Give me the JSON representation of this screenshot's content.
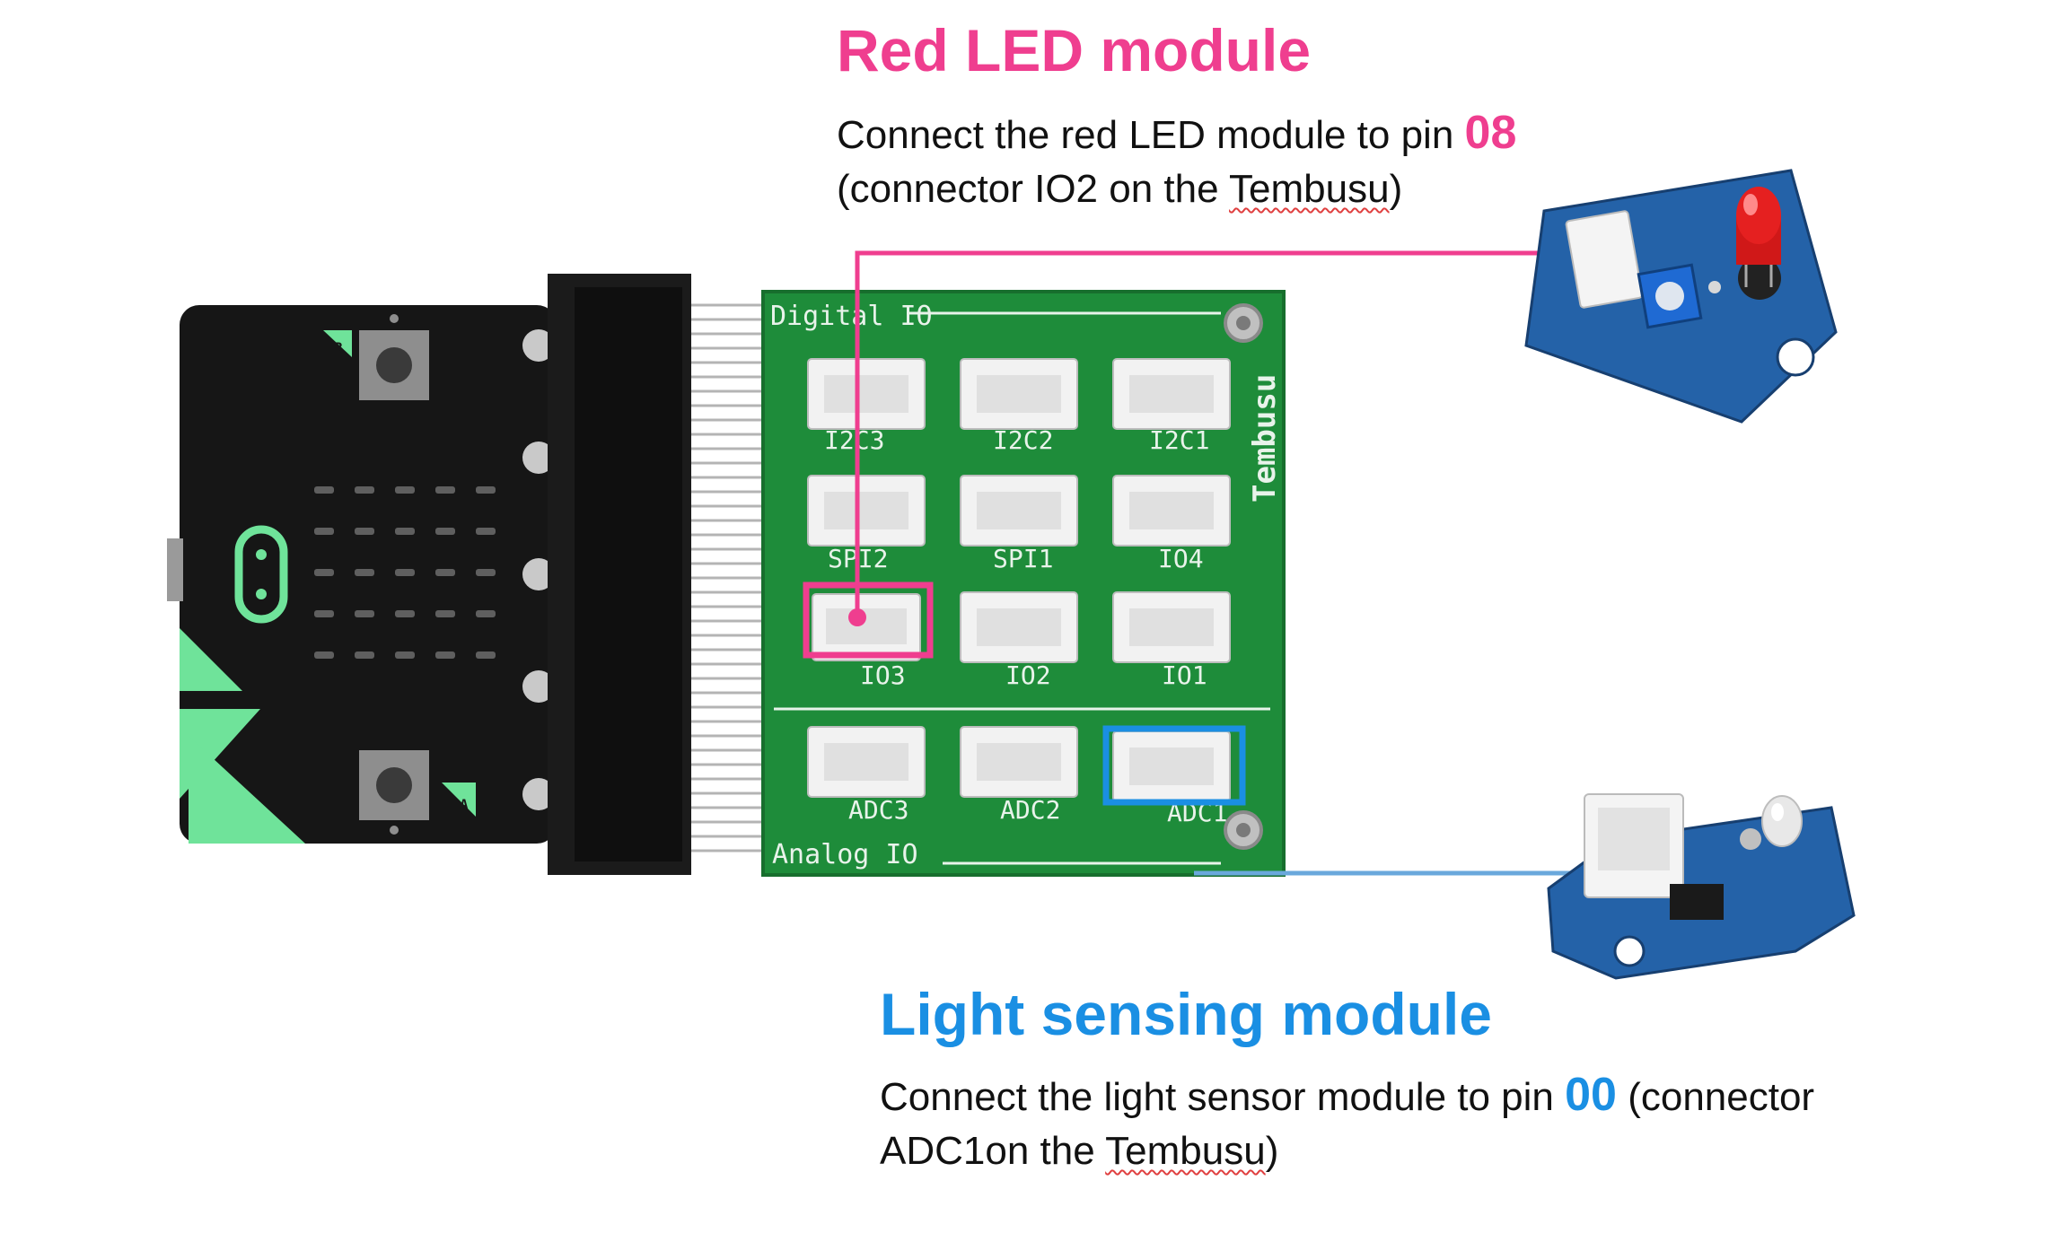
{
  "led_module": {
    "title": "Red LED module",
    "desc_prefix": "Connect the red LED module to pin ",
    "pin": "08",
    "line2_prefix": "(connector IO2 on the ",
    "brand": "Tembusu",
    "line2_suffix": ")"
  },
  "light_module": {
    "title": "Light sensing module",
    "desc_prefix": "Connect the light sensor module to pin ",
    "pin": "00",
    "desc_suffix": " (connector",
    "line2_prefix": "ADC1on the ",
    "brand": "Tembusu",
    "line2_suffix": ")"
  },
  "board": {
    "digital_label": "Digital IO",
    "analog_label": "Analog IO",
    "brand_vertical": "Tembusu",
    "connector_labels": [
      "I2C3",
      "I2C2",
      "I2C1",
      "SPI2",
      "SPI1",
      "IO4",
      "IO3",
      "IO2",
      "IO1",
      "ADC3",
      "ADC2",
      "ADC1"
    ]
  },
  "microbit": {
    "button_a": "A",
    "button_b": "B"
  },
  "colors": {
    "led_accent": "#ef3e8f",
    "light_accent": "#1a8fe3",
    "board_green": "#1e8c3a",
    "microbit_black": "#161616",
    "microbit_accent": "#6fe39a",
    "module_blue": "#2462a8"
  }
}
